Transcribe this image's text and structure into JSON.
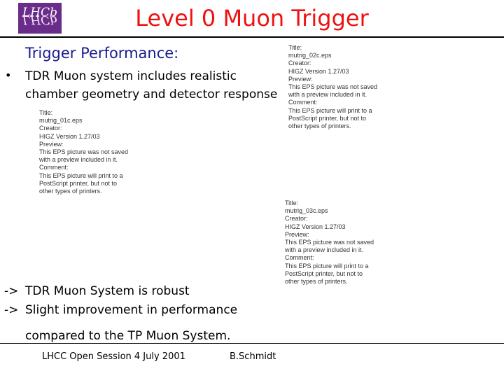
{
  "logo": {
    "text": "LHCb"
  },
  "title": "Level 0 Muon Trigger",
  "subtitle": "Trigger Performance:",
  "bullet": {
    "symbol": "•",
    "lines": [
      "TDR Muon system includes realistic",
      "chamber geometry and detector response"
    ]
  },
  "eps_placeholders": [
    {
      "lines": [
        "Title:",
        "mutrig_01c.eps",
        "Creator:",
        "HIGZ Version 1.27/03",
        "Preview:",
        "This EPS picture was not saved",
        "with a preview included in it.",
        "Comment:",
        "This EPS picture will print to a",
        "PostScript printer, but not to",
        "other types of printers."
      ]
    },
    {
      "lines": [
        "Title:",
        "mutrig_02c.eps",
        "Creator:",
        "HIGZ Version 1.27/03",
        "Preview:",
        "This EPS picture was not saved",
        "with a preview included in it.",
        "Comment:",
        "This EPS picture will print to a",
        "PostScript printer, but not to",
        "other types of printers."
      ]
    },
    {
      "lines": [
        "Title:",
        "mutrig_03c.eps",
        "Creator:",
        "HIGZ Version 1.27/03",
        "Preview:",
        "This EPS picture was not saved",
        "with a preview included in it.",
        "Comment:",
        "This EPS picture will print to a",
        "PostScript printer, but not to",
        "other types of printers."
      ]
    }
  ],
  "conclusions": [
    {
      "arrow": "->",
      "text": "TDR Muon System is robust"
    },
    {
      "arrow": "->",
      "text": "Slight improvement in performance"
    }
  ],
  "conclusion_continuation": "compared to the TP Muon System.",
  "footer": {
    "event": "LHCC Open Session 4 July 2001",
    "author": "B.Schmidt"
  },
  "colors": {
    "title": "#ee1111",
    "subtitle": "#1b1b8f",
    "logo": "#6a2c8a"
  }
}
